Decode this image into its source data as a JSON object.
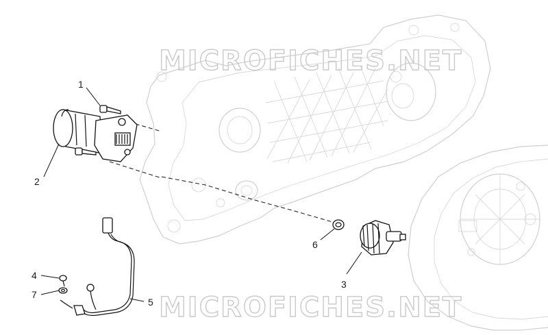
{
  "watermarks": [
    "MICROFICHES.NET",
    "MICROFICHES.NET"
  ],
  "callouts": [
    {
      "id": "1",
      "label": "1",
      "part": "bolt"
    },
    {
      "id": "2",
      "label": "2",
      "part": "starter-motor"
    },
    {
      "id": "3",
      "label": "3",
      "part": "starter-drive-bendix"
    },
    {
      "id": "4",
      "label": "4",
      "part": "screw"
    },
    {
      "id": "5",
      "label": "5",
      "part": "cable-harness"
    },
    {
      "id": "6",
      "label": "6",
      "part": "bushing"
    },
    {
      "id": "7",
      "label": "7",
      "part": "washer"
    }
  ],
  "colors": {
    "ink": "#111111",
    "ghost": "#cfcfcf",
    "watermark": "#c9c9c9",
    "background": "#ffffff"
  }
}
